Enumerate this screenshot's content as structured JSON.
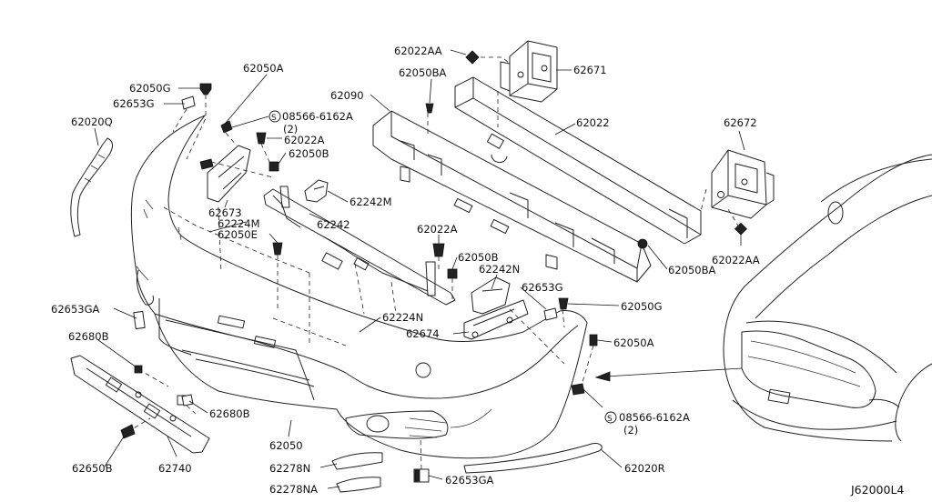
{
  "diagram_code": "J62000L4",
  "callouts": {
    "p62022AA_top": "62022AA",
    "p62671": "62671",
    "p62050BA_top": "62050BA",
    "p62090": "62090",
    "p62022": "62022",
    "p62672": "62672",
    "p62050A_top": "62050A",
    "p62050G_left": "62050G",
    "p62653G_left": "62653G",
    "p62020Q": "62020Q",
    "s08566_top": "08566-6162A",
    "s08566_top_qty": "(2)",
    "p62022A_top": "62022A",
    "p62050B_top": "62050B",
    "p62242M": "62242M",
    "p62673": "62673",
    "p62224M": "62224M",
    "p62050E": "62050E",
    "p62242": "62242",
    "p62022A_mid": "62022A",
    "p62050B_mid": "62050B",
    "p62242N": "62242N",
    "p62653G_right": "62653G",
    "p62050G_right": "62050G",
    "p62050A_right": "62050A",
    "p62050BA_right": "62050BA",
    "p62022AA_right": "62022AA",
    "p62653GA_left": "62653GA",
    "p62224N": "62224N",
    "p62674": "62674",
    "p62680B_left": "62680B",
    "p62680B_right": "62680B",
    "s08566_bot": "08566-6162A",
    "s08566_bot_qty": "(2)",
    "p62050": "62050",
    "p62650B": "62650B",
    "p62740": "62740",
    "p62278N": "62278N",
    "p62278NA": "62278NA",
    "p62653GA_bot": "62653GA",
    "p62020R": "62020R"
  }
}
